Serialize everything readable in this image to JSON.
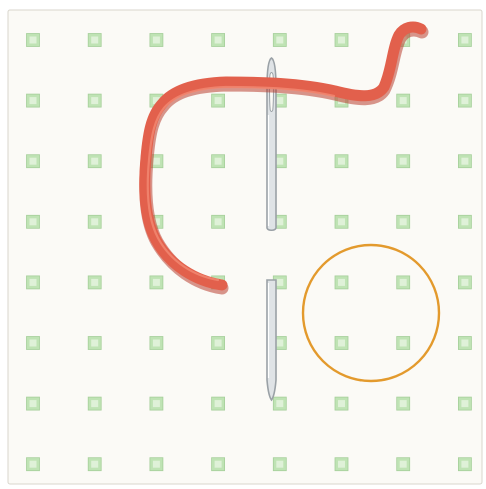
{
  "diagram": {
    "grid": {
      "rows": 8,
      "columns": 8,
      "hole_color": "#bfe3b4",
      "hole_inner_color": "#dff1d8",
      "hole_border_color": "#a6cf9a"
    },
    "canvas": {
      "background": "#fbfaf6",
      "border_color": "#d8d5cc"
    },
    "thread": {
      "color": "#e2604c",
      "shadow_color": "#b94032",
      "highlight_color": "#f28a73"
    },
    "needle": {
      "color": "#9aa1a6",
      "highlight_color": "#dfe3e6"
    },
    "marker": {
      "color": "#e39a2d",
      "meaning": "circled-holes"
    }
  }
}
